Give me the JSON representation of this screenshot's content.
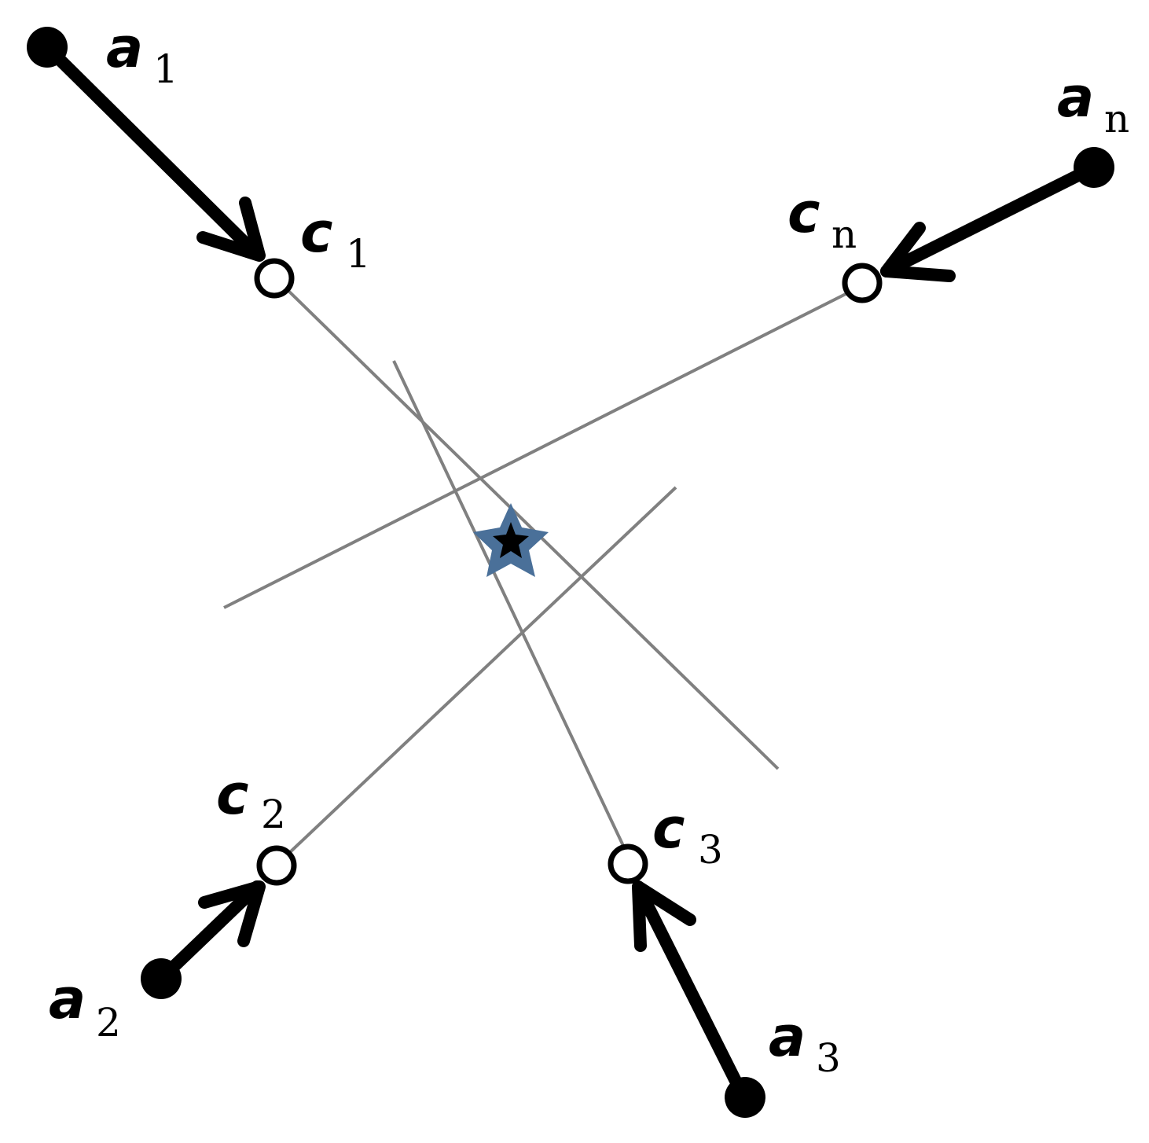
{
  "colors": {
    "line": "#808080",
    "vector": "#000000",
    "star_fill": "#000000",
    "star_outline": "#4a7099",
    "background": "#ffffff"
  },
  "points": [
    {
      "id": "1",
      "a_label": "a",
      "a_sub": "1",
      "c_label": "c",
      "c_sub": "1"
    },
    {
      "id": "2",
      "a_label": "a",
      "a_sub": "2",
      "c_label": "c",
      "c_sub": "2"
    },
    {
      "id": "3",
      "a_label": "a",
      "a_sub": "3",
      "c_label": "c",
      "c_sub": "3"
    },
    {
      "id": "n",
      "a_label": "a",
      "a_sub": "n",
      "c_label": "c",
      "c_sub": "n"
    }
  ],
  "icons": {
    "star": "star-icon"
  }
}
